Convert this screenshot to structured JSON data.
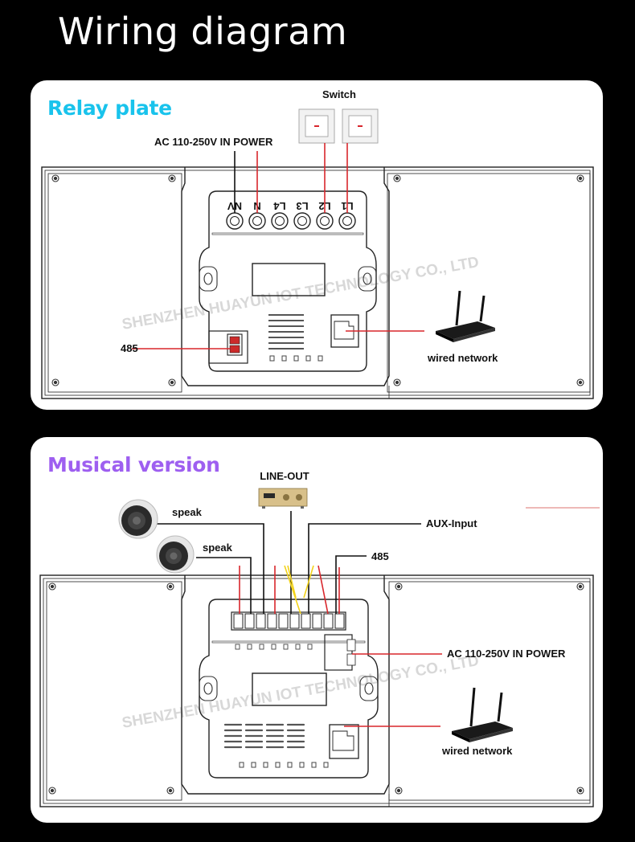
{
  "page": {
    "title": "Wiring diagram"
  },
  "relay": {
    "title": "Relay plate",
    "switch_label": "Switch",
    "power_label": "AC 110-250V  IN POWER",
    "rs485_label": "485",
    "network_label": "wired network",
    "terminal_labels": [
      "NV",
      "N",
      "L4",
      "L3",
      "L2",
      "L1"
    ],
    "watermark": "SHENZHEN HUAYUN IOT TECHNOLOGY CO., LTD"
  },
  "musical": {
    "title": "Musical version",
    "lineout_label": "LINE-OUT",
    "speaker1_label": "speak",
    "speaker2_label": "speak",
    "aux_label": "AUX-Input",
    "rs485_label": "485",
    "power_label": "AC 110-250V  IN POWER",
    "network_label": "wired network",
    "watermark": "SHENZHEN HUAYUN IOT TECHNOLOGY CO., LTD"
  },
  "colors": {
    "relay_title": "#19c3ec",
    "musical_title": "#9e5ff0",
    "wire_red": "#d8262c",
    "wire_black": "#111111",
    "wire_yellow": "#f2d21b"
  }
}
